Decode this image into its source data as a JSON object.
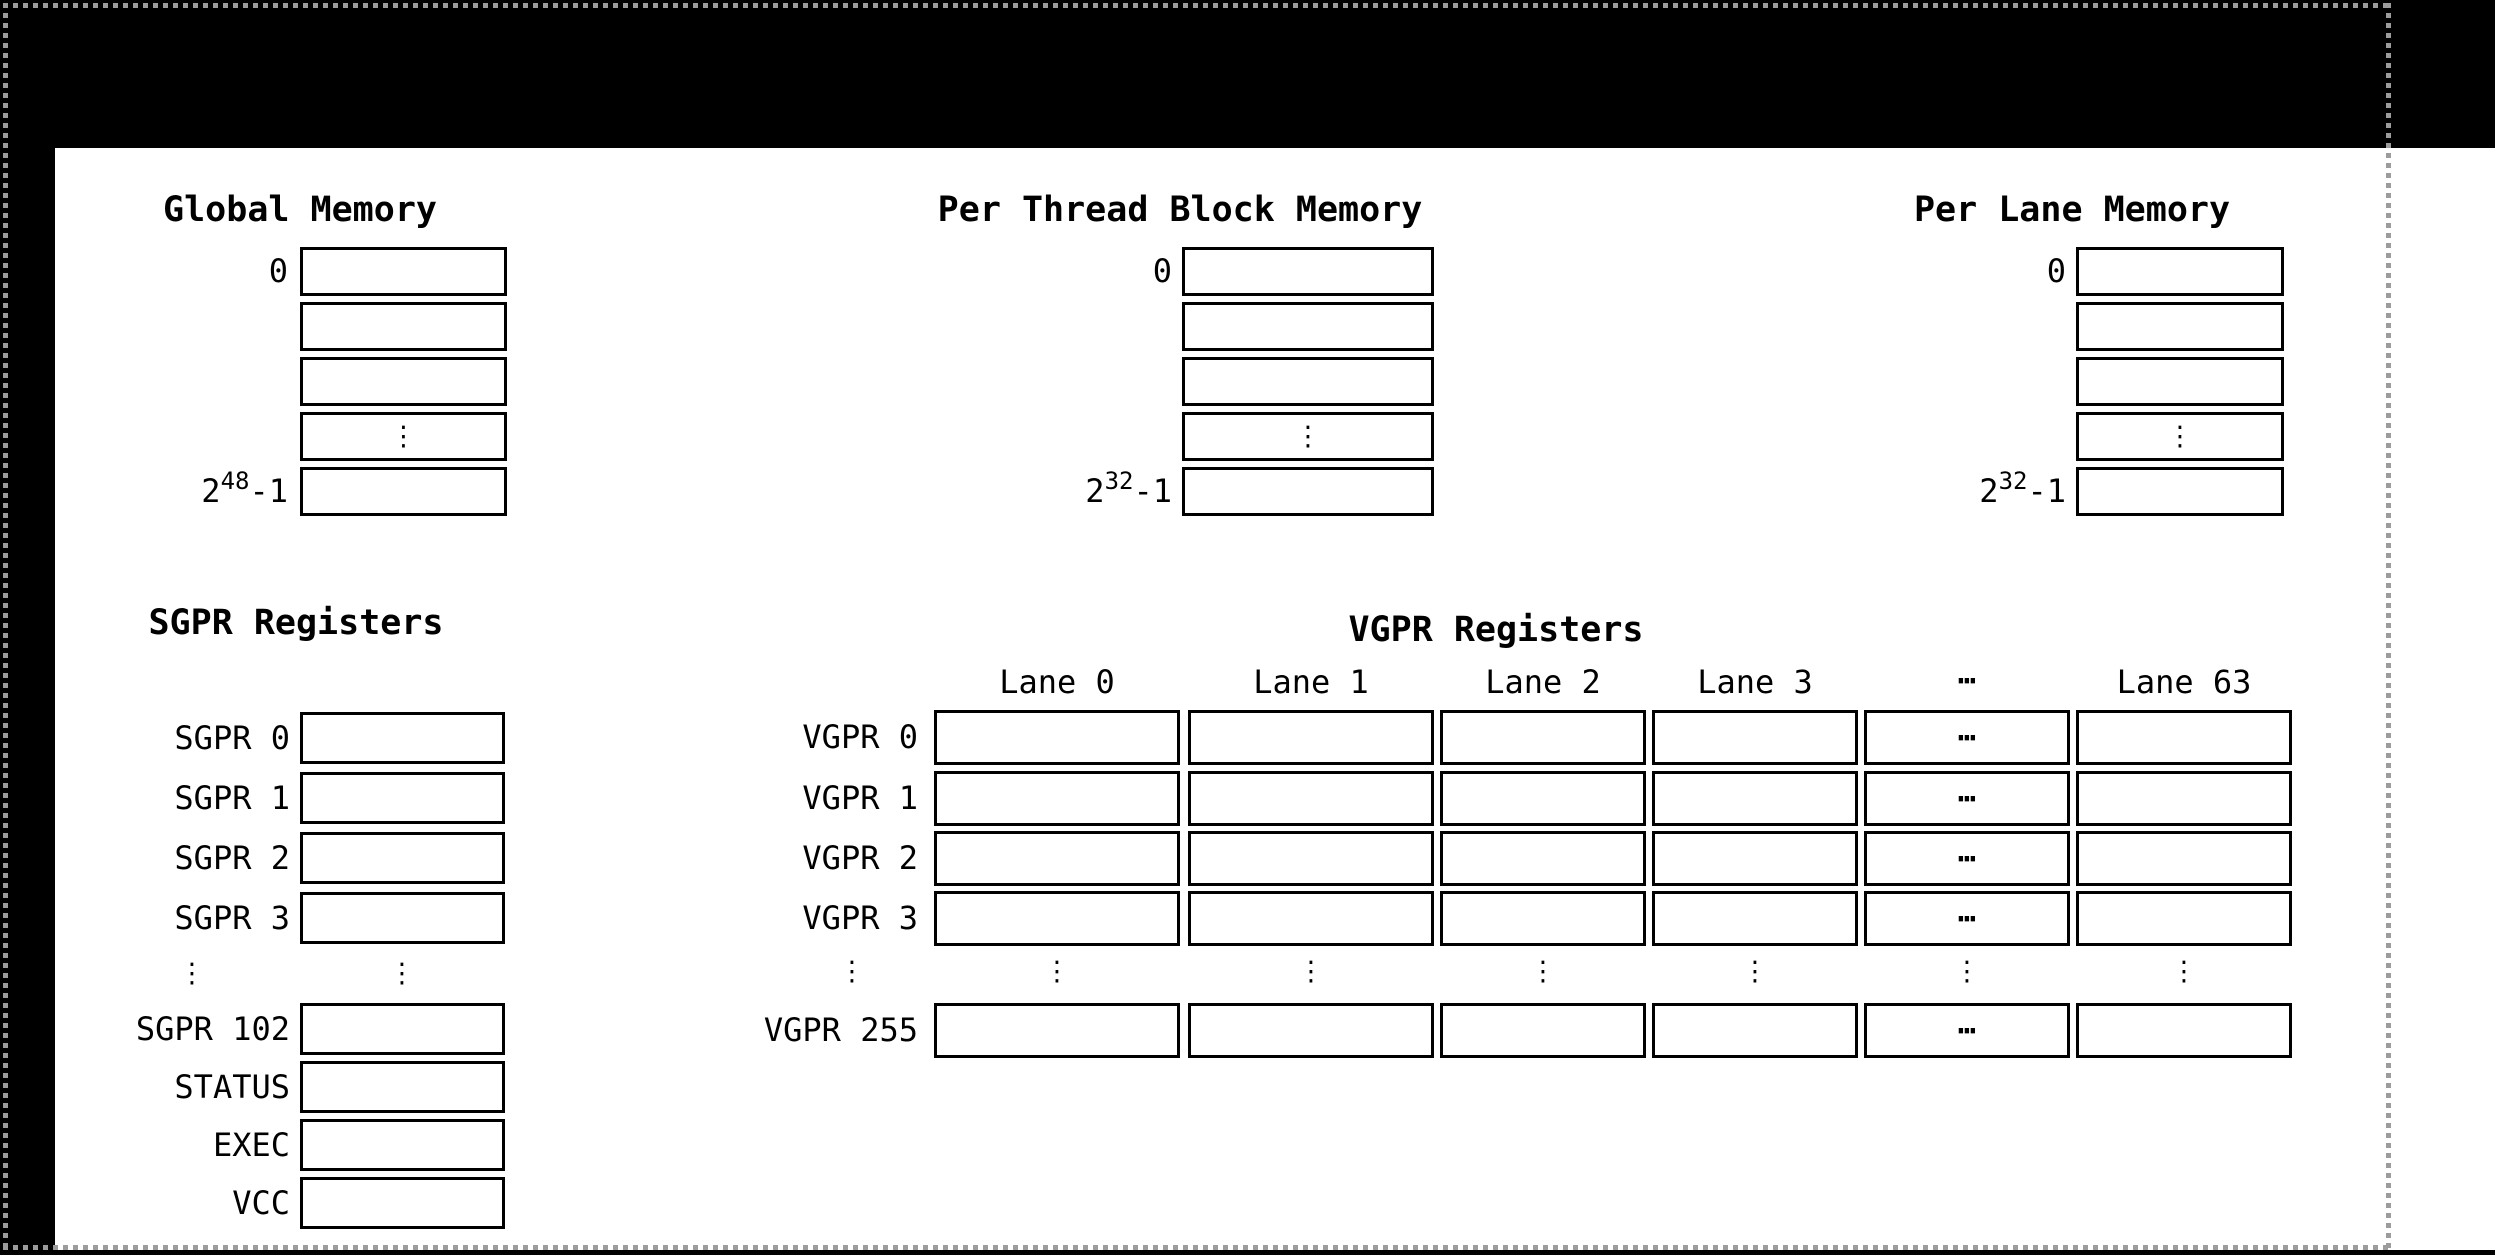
{
  "colors": {
    "background": "#000000",
    "panel": "#ffffff",
    "line": "#000000",
    "dotted_border": "#9c9c9c"
  },
  "glyphs": {
    "vertical_ellipsis": "⋮",
    "horizontal_ellipsis": "⋯"
  },
  "memory_sections": [
    {
      "title": "Global Memory",
      "first_address": "0",
      "last_address": {
        "base": "2",
        "exponent": "48",
        "suffix": "-1"
      }
    },
    {
      "title": "Per Thread Block Memory",
      "first_address": "0",
      "last_address": {
        "base": "2",
        "exponent": "32",
        "suffix": "-1"
      }
    },
    {
      "title": "Per Lane Memory",
      "first_address": "0",
      "last_address": {
        "base": "2",
        "exponent": "32",
        "suffix": "-1"
      }
    }
  ],
  "sgpr": {
    "title": "SGPR Registers",
    "row_labels": [
      "SGPR 0",
      "SGPR 1",
      "SGPR 2",
      "SGPR 3",
      "SGPR 102",
      "STATUS",
      "EXEC",
      "VCC"
    ]
  },
  "vgpr": {
    "title": "VGPR Registers",
    "lane_headers": [
      "Lane 0",
      "Lane 1",
      "Lane 2",
      "Lane 3",
      "⋯",
      "Lane 63"
    ],
    "row_labels": [
      "VGPR 0",
      "VGPR 1",
      "VGPR 2",
      "VGPR 3",
      "VGPR 255"
    ]
  }
}
